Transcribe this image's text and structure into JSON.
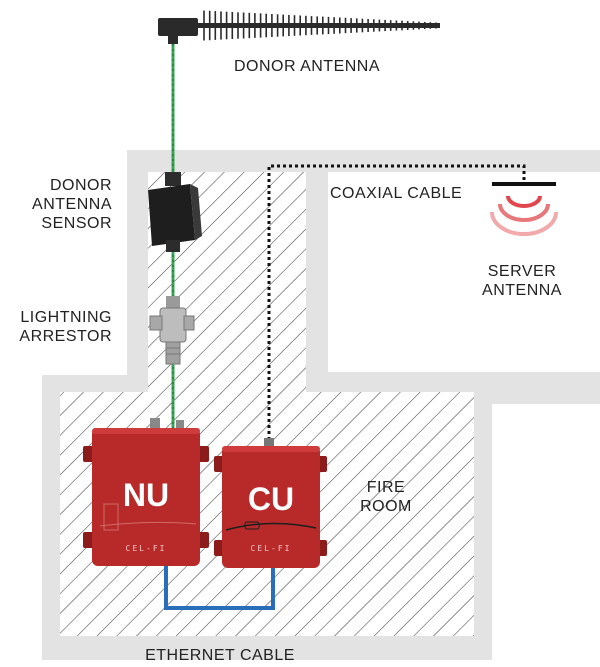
{
  "labels": {
    "donor_antenna": "DONOR ANTENNA",
    "donor_antenna_sensor": [
      "DONOR",
      "ANTENNA",
      "SENSOR"
    ],
    "lightning_arrestor": [
      "LIGHTNING",
      "ARRESTOR"
    ],
    "coaxial_cable": "COAXIAL CABLE",
    "server_antenna": [
      "SERVER",
      "ANTENNA"
    ],
    "fire_room": [
      "FIRE",
      "ROOM"
    ],
    "ethernet_cable": "ETHERNET CABLE"
  },
  "units": {
    "nu": {
      "label": "NU",
      "brand": "CEL-FI"
    },
    "cu": {
      "label": "CU",
      "brand": "CEL-FI"
    }
  },
  "colors": {
    "wall": "#e3e3e3",
    "hatch": "#444444",
    "unit_red": "#b82a2a",
    "unit_dark": "#8c1c1c",
    "green_cable": "#3aa655",
    "ethernet": "#2a6db8",
    "coax": "#111111",
    "signal": "#e0474c"
  }
}
